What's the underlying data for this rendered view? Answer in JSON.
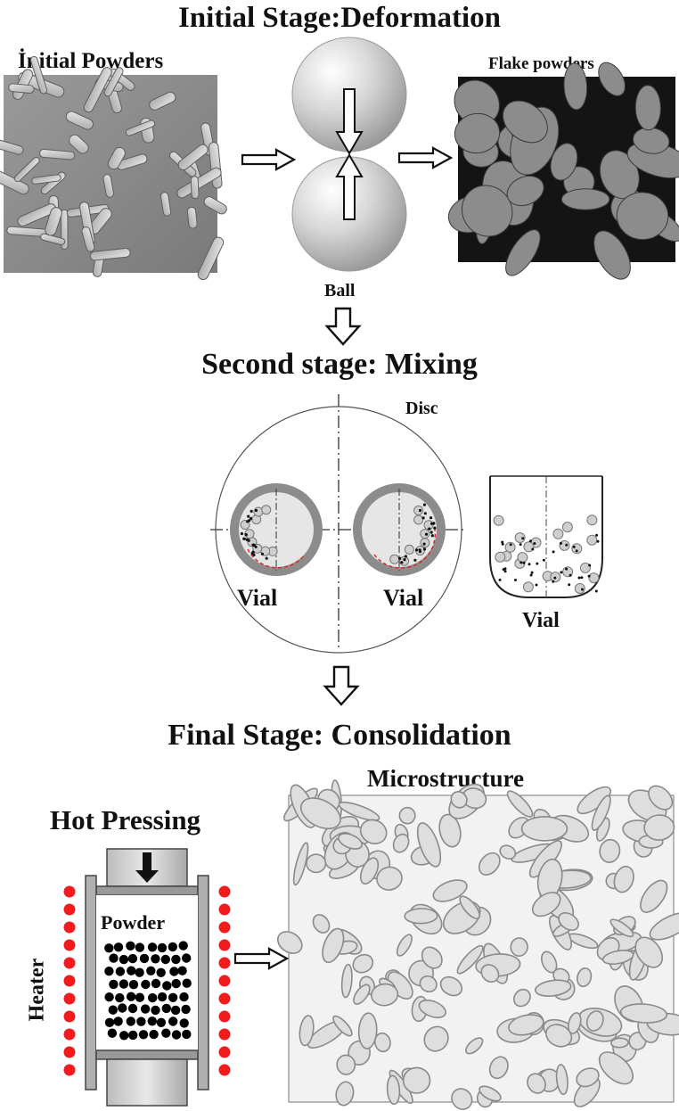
{
  "stage1": {
    "title": "Initial Stage:Deformation",
    "initial_label": "İnitial Powders",
    "flake_label": "Flake powders",
    "ball_label": "Ball"
  },
  "stage2": {
    "title": "Second stage: Mixing",
    "disc_label": "Disc",
    "vial_left_label": "Vial",
    "vial_right_label": "Vial",
    "vial_side_label": "Vial"
  },
  "stage3": {
    "title": "Final Stage: Consolidation",
    "hot_pressing_label": "Hot Pressing",
    "microstructure_label": "Microstructure",
    "powder_label": "Powder",
    "heater_label": "Heater"
  },
  "colors": {
    "heater_dots": "#ee1c1c",
    "vial_ring": "#8c8c8c",
    "sem_background_light": "#8f8f8f",
    "sem_background_dark": "#1a1a1a",
    "micro_background": "#f2f2f2"
  }
}
